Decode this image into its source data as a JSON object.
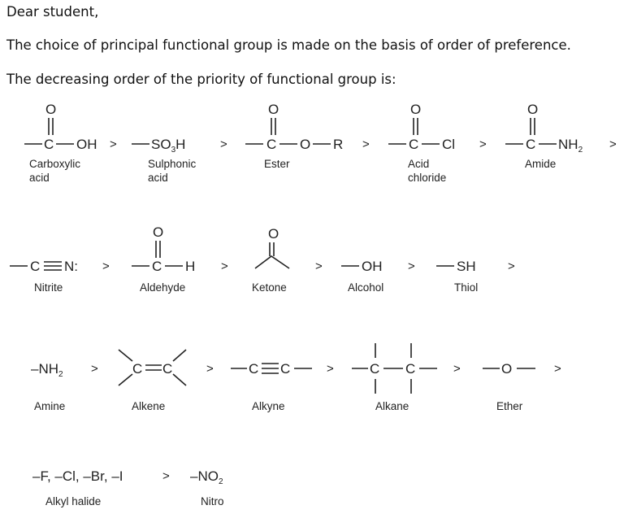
{
  "text": {
    "greeting": "Dear student,",
    "line1": "The choice of principal functional group is made on the basis of order of preference.",
    "line2": "The decreasing order of the priority of functional group is:"
  },
  "groups": [
    {
      "key": "carboxylic_acid",
      "label_lines": [
        "Carboxylic",
        "acid"
      ],
      "formula": "OH"
    },
    {
      "key": "sulphonic_acid",
      "label_lines": [
        "Sulphonic",
        "acid"
      ],
      "formula_main": "SO",
      "formula_sub": "3",
      "formula_tail": "H"
    },
    {
      "key": "ester",
      "label_lines": [
        "Ester"
      ],
      "formula_o": "O",
      "formula_r": "R"
    },
    {
      "key": "acid_chloride",
      "label_lines": [
        "Acid",
        "chloride"
      ],
      "formula": "Cl"
    },
    {
      "key": "amide",
      "label_lines": [
        "Amide"
      ],
      "formula_main": "NH",
      "formula_sub": "2"
    },
    {
      "key": "nitrile",
      "label_lines": [
        "Nitrite"
      ],
      "formula_c": "C",
      "formula_n": "N:"
    },
    {
      "key": "aldehyde",
      "label_lines": [
        "Aldehyde"
      ],
      "formula": "H"
    },
    {
      "key": "ketone",
      "label_lines": [
        "Ketone"
      ]
    },
    {
      "key": "alcohol",
      "label_lines": [
        "Alcohol"
      ],
      "formula": "OH"
    },
    {
      "key": "thiol",
      "label_lines": [
        "Thiol"
      ],
      "formula": "SH"
    },
    {
      "key": "amine",
      "label_lines": [
        "Amine"
      ],
      "formula_main": "–NH",
      "formula_sub": "2"
    },
    {
      "key": "alkene",
      "label_lines": [
        "Alkene"
      ],
      "formula_c1": "C",
      "formula_c2": "C"
    },
    {
      "key": "alkyne",
      "label_lines": [
        "Alkyne"
      ],
      "formula_c1": "C",
      "formula_c2": "C"
    },
    {
      "key": "alkane",
      "label_lines": [
        "Alkane"
      ],
      "formula_c1": "C",
      "formula_c2": "C"
    },
    {
      "key": "ether",
      "label_lines": [
        "Ether"
      ],
      "formula": "O"
    },
    {
      "key": "alkyl_halide",
      "label_lines": [
        "Alkyl halide"
      ],
      "formula": "–F, –Cl, –Br, –I"
    },
    {
      "key": "nitro",
      "label_lines": [
        "Nitro"
      ],
      "formula_main": "–NO",
      "formula_sub": "2"
    }
  ],
  "atoms": {
    "carbon": "C",
    "oxygen": "O"
  },
  "separator": ">"
}
